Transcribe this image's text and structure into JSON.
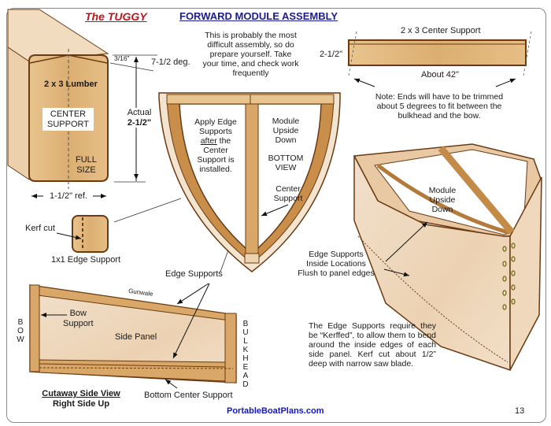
{
  "header": {
    "brand_title": "The TUGGY",
    "section_title": "FORWARD MODULE ASSEMBLY",
    "intro_note": [
      "This is probably the most",
      "difficult assembly, so do",
      "prepare yourself. Take",
      "your time, and check work",
      "frequently"
    ]
  },
  "lumber_detail": {
    "label": "2 x 3  Lumber",
    "box_label": [
      "CENTER",
      "SUPPORT"
    ],
    "full_size": [
      "FULL",
      "SIZE"
    ],
    "bevel_offset": "3/16\"",
    "bevel_angle": "7-1/2 deg.",
    "height_label": "Actual",
    "height_value": "2-1/2\"",
    "width_label": "1-1/2\" ref."
  },
  "edge_support_detail": {
    "kerf_label": "Kerf cut",
    "name": "1x1  Edge Support"
  },
  "center_support_detail": {
    "title": "2 x 3 Center Support",
    "height": "2-1/2\"",
    "length": "About 42\"",
    "note": [
      "Note: Ends will have to be trimmed",
      "about 5 degrees to fit between the",
      "bulkhead and the bow."
    ]
  },
  "bottom_view": {
    "left_note": [
      "Apply Edge",
      "Supports",
      "after",
      "the",
      "Center",
      "Support is",
      "installed."
    ],
    "right_note": [
      "Module",
      "Upside",
      "Down"
    ],
    "view_label": [
      "BOTTOM",
      "VIEW"
    ],
    "center_label": [
      "Center",
      "Support"
    ],
    "edge_label": "Edge Supports"
  },
  "module_3d": {
    "label": [
      "Module",
      "Upside",
      "Down"
    ],
    "callout": [
      "Edge Supports",
      "Inside Locations",
      "Flush to panel edges"
    ]
  },
  "side_view": {
    "gunwale": "Gunwale",
    "bow_support": [
      "Bow",
      "Support"
    ],
    "panel": "Side Panel",
    "bow": "BOW",
    "bulkhead": "BULKHEAD",
    "bottom_center": "Bottom Center Support",
    "caption_1": "Cutaway Side View",
    "caption_2": "Right Side Up"
  },
  "kerf_note": "The Edge Supports require they be “Kerffed”, to allow them to bend around the inside edges of each side panel. Kerf cut about 1/2” deep with narrow saw blade.",
  "footer": {
    "website": "PortableBoatPlans.com",
    "page_number": "13"
  },
  "colors": {
    "brand_red": "#c0141c",
    "title_blue": "#1c1c8c",
    "link_blue": "#1515c8",
    "wood_light": "#f0dcc0",
    "wood_mid": "#d9a868",
    "wood_dark": "#6b3a12"
  }
}
